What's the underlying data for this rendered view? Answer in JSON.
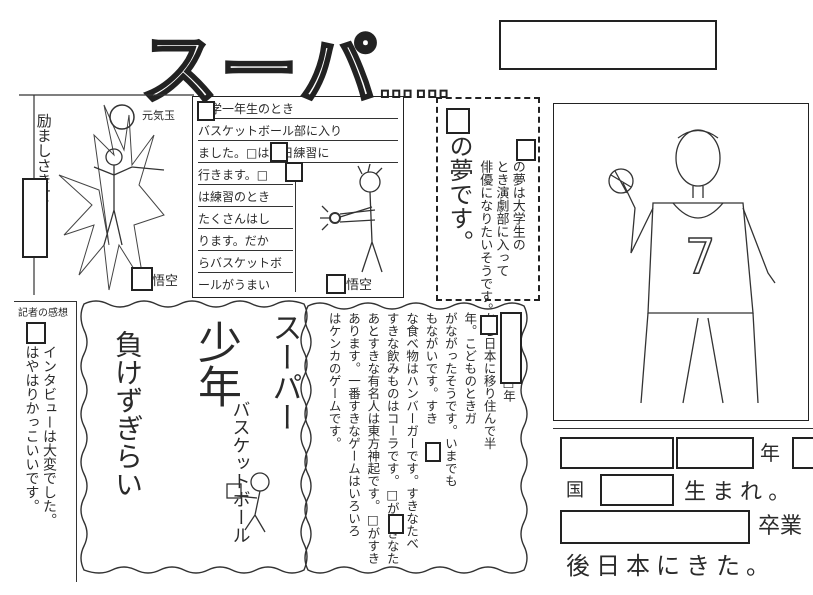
{
  "header": {
    "title": "スーパ",
    "title_dots": "……"
  },
  "left_panel": {
    "vertical_text": "励ましさきて",
    "sticker_text": "元気玉"
  },
  "story_panel": {
    "vertical_text": "小学一年生のとき\nバスケットボール部に入り\nました。□は毎日練習に\n行きます。□\nは練習のとき\nたくさんはし\nります。だか\nらバスケットボ\nールがうまい\nです。",
    "caption_left": "悟空",
    "caption_right": "悟空"
  },
  "dream_panel": {
    "heading": "の夢",
    "heading_suffix": "です。",
    "vertical_text": "の夢は大学生の\nとき演劇部に入って\n俳優になりたいそうです。"
  },
  "interview_panel": {
    "label": "記者の感想",
    "vertical_text": "インタビューは大変でした。\nはやはりかっこいいです。"
  },
  "banner_panel": {
    "line1": "スーパー",
    "line2": "少年",
    "line3": "バスケットボール",
    "line4": "負けずぎらい"
  },
  "bio_panel": {
    "vertical_text": "に生まれて□年\nから日本に移り住んで半\n年。こどものときガ\nがながったそうです。いまでも\nもながいです。すき\nな食べ物はハンバーガーです。すきなたべ\nすきな飲みものはコーラです。□がすきなた\nあとすきな有名人は東方神起です。□がすき\nあります。一番すきなゲームはいろいろ\nはケンカのゲームです。"
  },
  "footer": {
    "year_label": "年",
    "country_label": "国",
    "born_label": "生まれ。",
    "graduate_label": "卒業",
    "came_label": "後日本にきた。"
  },
  "portrait": {
    "jersey_number": "7"
  }
}
